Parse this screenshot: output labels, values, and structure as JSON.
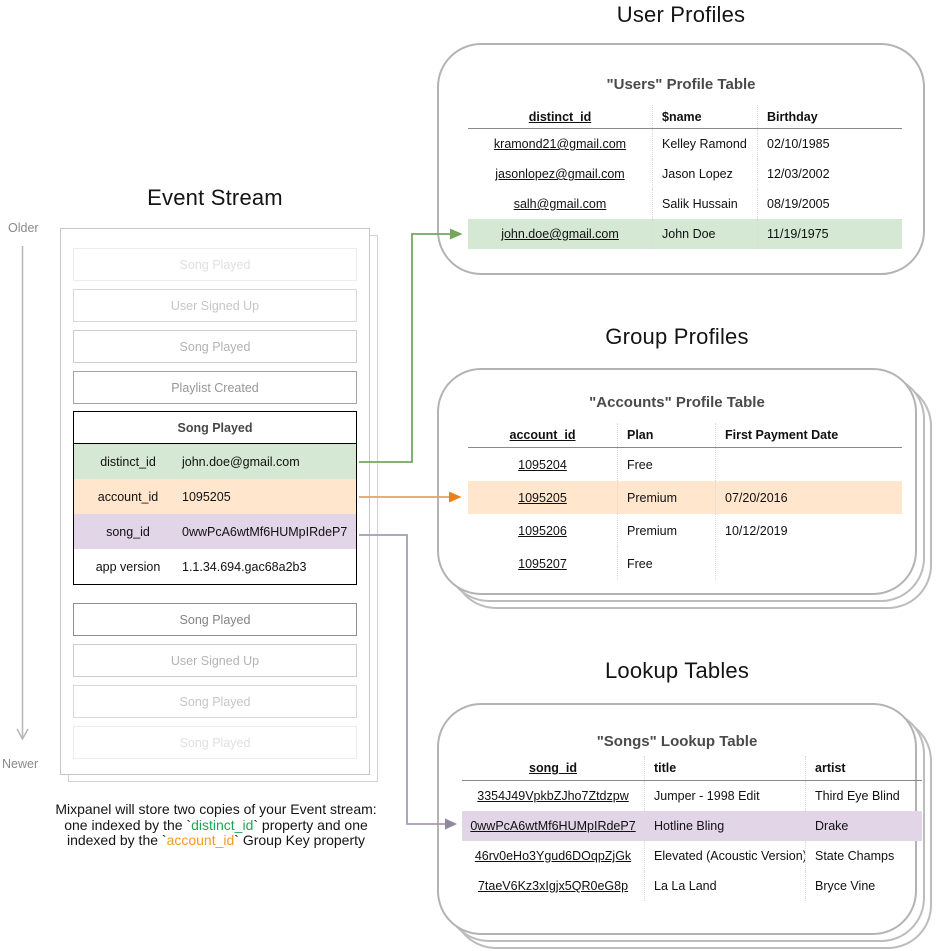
{
  "colors": {
    "event_highlight_green": "#d5e8d4",
    "event_highlight_orange": "#ffe6cc",
    "event_highlight_purple": "#e1d5e7",
    "arrow_green": "#74a75e",
    "arrow_orange_line": "#e1a65c",
    "arrow_orange_head": "#e8811c",
    "arrow_purple_line": "#a89ab4",
    "arrow_purple_head": "#90879b",
    "timeline_gray": "#b5b5b5",
    "caption_green": "#23a455",
    "caption_orange": "#f49b20"
  },
  "event_stream": {
    "title": "Event Stream",
    "older_label": "Older",
    "newer_label": "Newer",
    "items_before": [
      "Song Played",
      "User Signed Up",
      "Song Played",
      "Playlist Created"
    ],
    "event_card": {
      "title": "Song Played",
      "rows": [
        {
          "key": "distinct_id",
          "value": "john.doe@gmail.com"
        },
        {
          "key": "account_id",
          "value": "1095205"
        },
        {
          "key": "song_id",
          "value": "0wwPcA6wtMf6HUMpIRdeP7"
        },
        {
          "key": "app version",
          "value": "1.1.34.694.gac68a2b3"
        }
      ]
    },
    "items_after": [
      "Song Played",
      "User Signed Up",
      "Song Played",
      "Song Played"
    ],
    "caption": {
      "line1": "Mixpanel will store two copies of your Event stream:",
      "line2_pre": "one indexed by the `",
      "line2_key": "distinct_id",
      "line2_post": "` property and one",
      "line3_pre": "indexed by the `",
      "line3_key": "account_id",
      "line3_post": "` Group Key property"
    }
  },
  "user_profiles": {
    "section_title": "User Profiles",
    "table_title": "\"Users\" Profile Table",
    "columns": [
      "distinct_id",
      "$name",
      "Birthday"
    ],
    "rows": [
      [
        "kramond21@gmail.com",
        "Kelley Ramond",
        "02/10/1985"
      ],
      [
        "jasonlopez@gmail.com",
        "Jason Lopez",
        "12/03/2002"
      ],
      [
        "salh@gmail.com",
        "Salik Hussain",
        "08/19/2005"
      ],
      [
        "john.doe@gmail.com",
        "John Doe",
        "11/19/1975"
      ]
    ],
    "highlighted_row": 4
  },
  "group_profiles": {
    "section_title": "Group Profiles",
    "table_title": "\"Accounts\" Profile Table",
    "columns": [
      "account_id",
      "Plan",
      "First Payment Date"
    ],
    "rows": [
      [
        "1095204",
        "Free",
        ""
      ],
      [
        "1095205",
        "Premium",
        "07/20/2016"
      ],
      [
        "1095206",
        "Premium",
        "10/12/2019"
      ],
      [
        "1095207",
        "Free",
        ""
      ]
    ],
    "highlighted_row": 2
  },
  "lookup_tables": {
    "section_title": "Lookup Tables",
    "table_title": "\"Songs\" Lookup Table",
    "columns": [
      "song_id",
      "title",
      "artist"
    ],
    "rows": [
      [
        "3354J49VpkbZJho7Ztdzpw",
        "Jumper - 1998 Edit",
        "Third Eye Blind"
      ],
      [
        "0wwPcA6wtMf6HUMpIRdeP7",
        "Hotline Bling",
        "Drake"
      ],
      [
        "46rv0eHo3Ygud6DOqpZjGk",
        "Elevated (Acoustic Version)",
        "State Champs"
      ],
      [
        "7taeV6Kz3xIgjx5QR0eG8p",
        "La La Land",
        "Bryce Vine"
      ]
    ],
    "highlighted_row": 2
  }
}
